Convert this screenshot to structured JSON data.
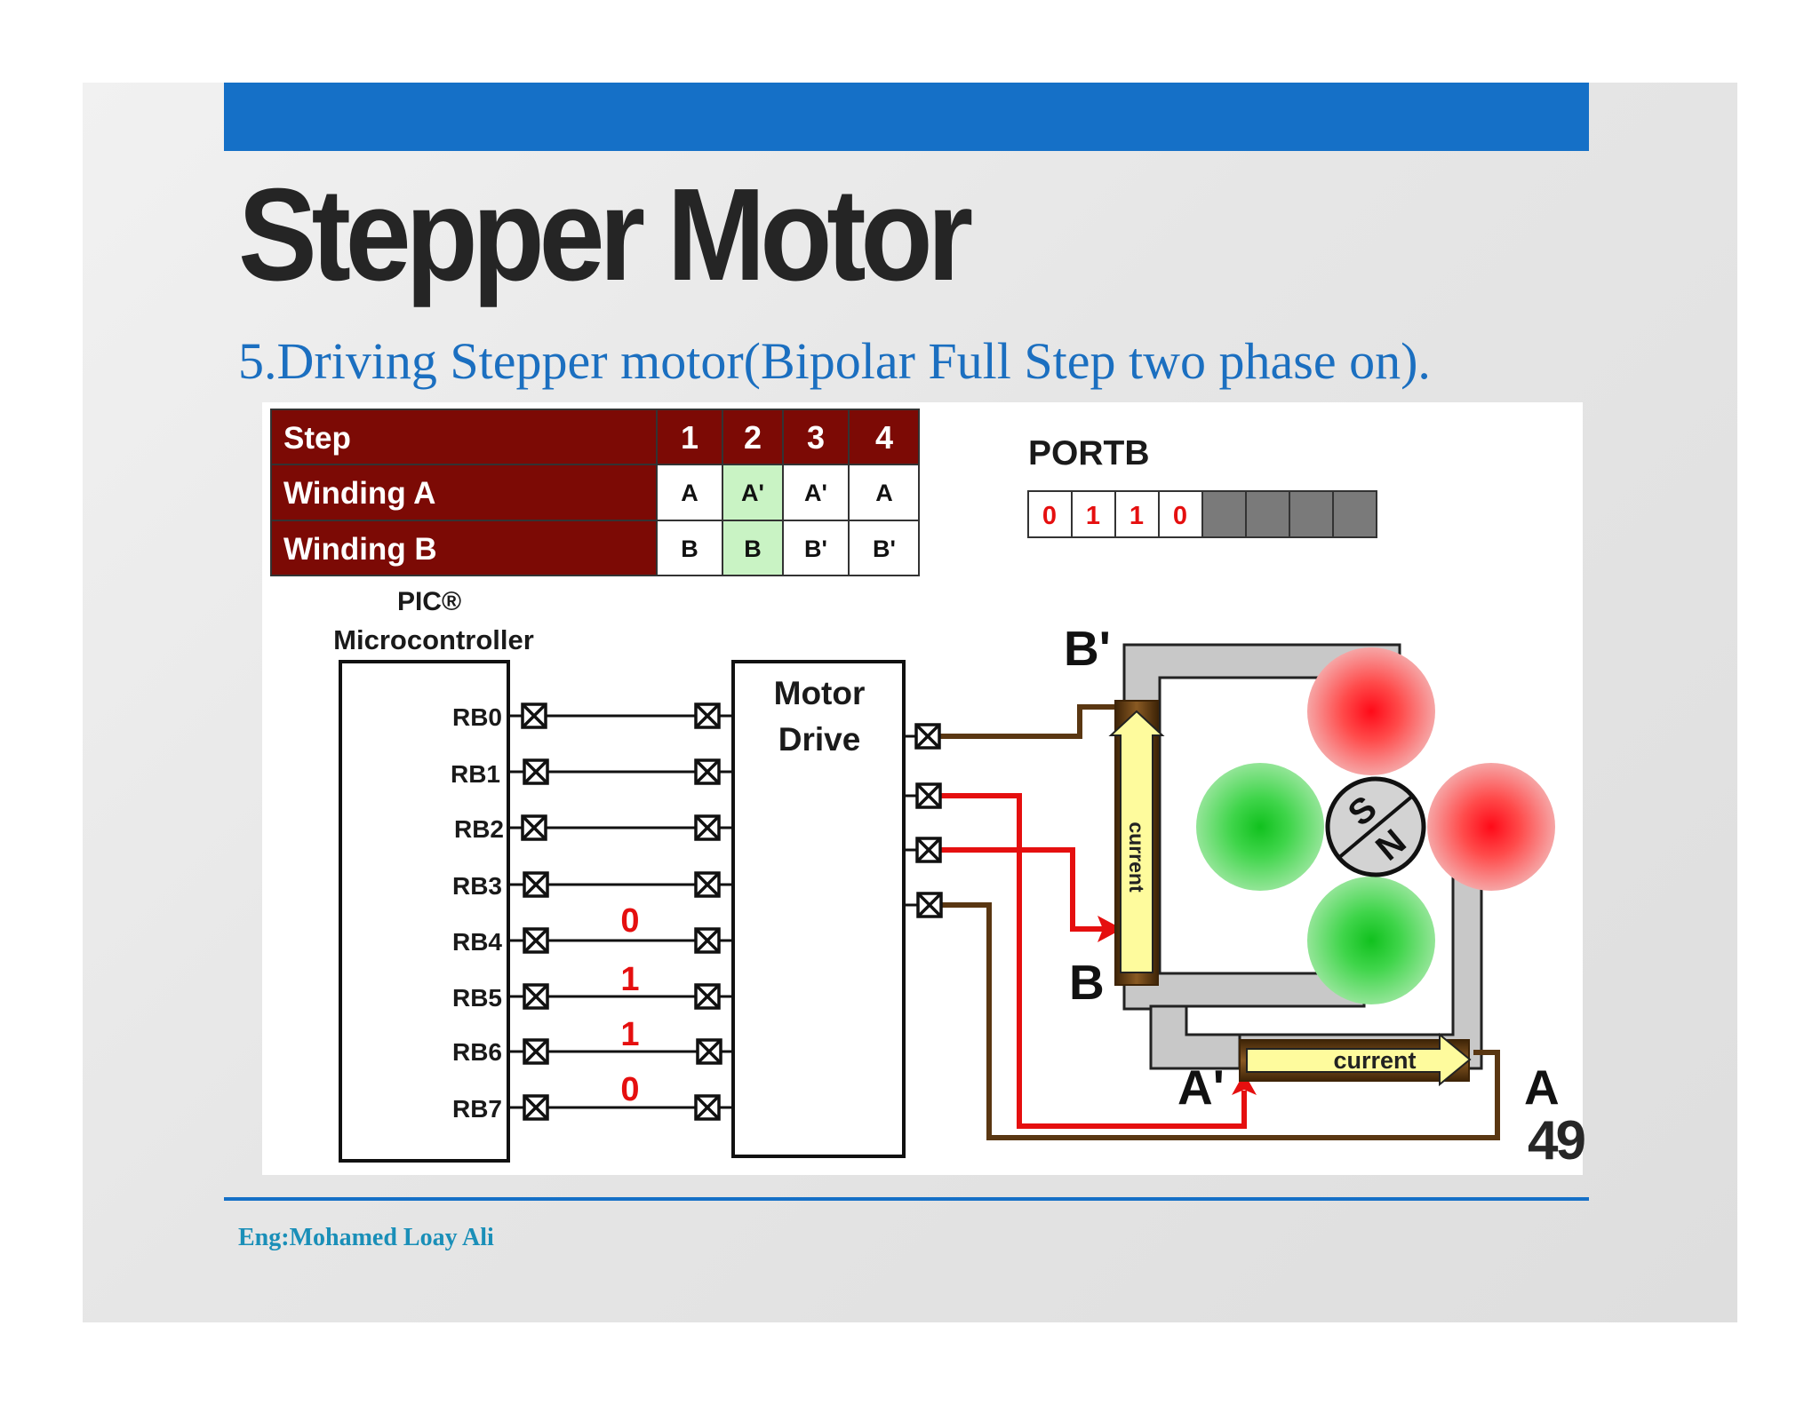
{
  "slide": {
    "title": "Stepper Motor",
    "subtitle": "5.Driving Stepper motor(Bipolar Full Step two phase on).",
    "page_number": "49",
    "footer_author": "Eng:Mohamed Loay Ali",
    "colors": {
      "accent_bar": "#1570c7",
      "table_header": "#7c0a05",
      "highlight": "#c9f3c4",
      "wire_red": "#e50f0f",
      "wire_brown": "#5a3712"
    }
  },
  "table": {
    "row_labels": [
      "Step",
      "Winding A",
      "Winding B"
    ],
    "steps": [
      "1",
      "2",
      "3",
      "4"
    ],
    "winding_a": [
      "A",
      "A'",
      "A'",
      "A"
    ],
    "winding_b": [
      "B",
      "B",
      "B'",
      "B'"
    ],
    "highlighted_step": "2"
  },
  "portb": {
    "label": "PORTB",
    "bits": [
      "0",
      "1",
      "1",
      "0"
    ]
  },
  "mcu": {
    "title_line1": "PIC®",
    "title_line2": "Microcontroller",
    "pins": [
      "RB0",
      "RB1",
      "RB2",
      "RB3",
      "RB4",
      "RB5",
      "RB6",
      "RB7"
    ],
    "pin_values": [
      "0",
      "1",
      "1",
      "0"
    ]
  },
  "driver": {
    "line1": "Motor",
    "line2": "Drive"
  },
  "motor": {
    "labels": {
      "b_prime": "B'",
      "b": "B",
      "a_prime": "A'",
      "a": "A"
    },
    "current_label": "current",
    "rotor": {
      "north": "N",
      "south": "S"
    }
  }
}
